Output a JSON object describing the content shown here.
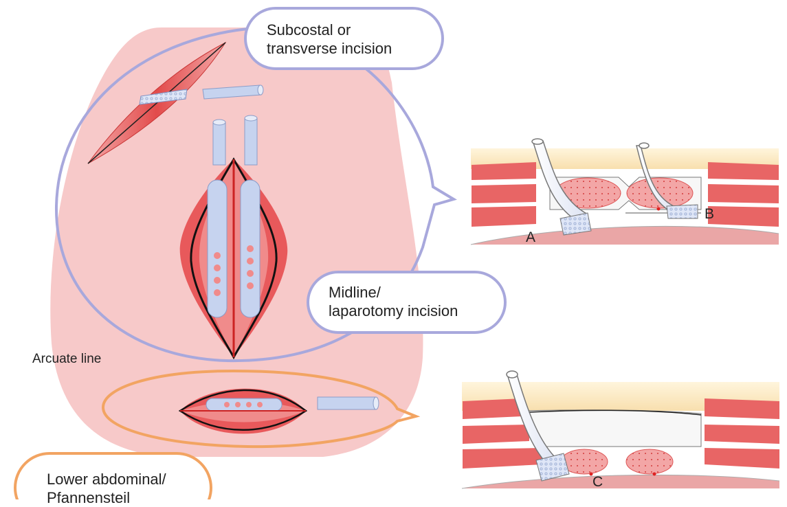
{
  "labels": {
    "subcostal_line1": "Subcostal or",
    "subcostal_line2": "transverse incision",
    "midline_line1": "Midline/",
    "midline_line2": "laparotomy incision",
    "arcuate": "Arcuate line",
    "lower_line1": "Lower abdominal/",
    "lower_line2": "Pfannensteil",
    "panel_a": "A",
    "panel_b": "B",
    "panel_c": "C"
  },
  "colors": {
    "abdomen_fill": "#f7caca",
    "upper_bubble": "#a9a9de",
    "lower_bubble": "#f2a462",
    "muscle": "#e05a5a",
    "muscle_light": "#f2a3a3",
    "mesh": "#c6d3ef",
    "skin": "#fbeac2",
    "peritoneum": "#e9a3a3"
  }
}
